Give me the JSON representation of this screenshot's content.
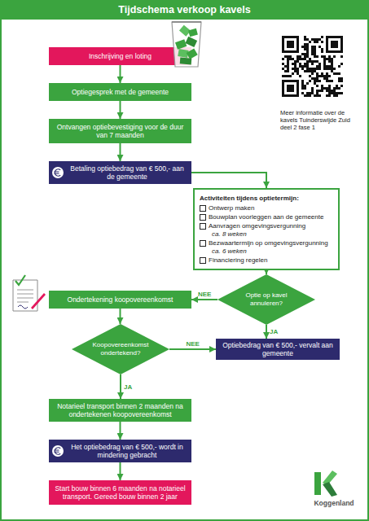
{
  "diagram": {
    "title": "Tijdschema verkoop kavels",
    "nodes": [
      {
        "text": [
          "Inschrijving en loting"
        ]
      },
      {
        "text": [
          "Optiegesprek met de gemeente"
        ]
      },
      {
        "text": [
          "Ontvangen optiebevestiging voor de duur van 7 maanden"
        ]
      },
      {
        "text": [
          "Betaling optiebedrag van € 500,- aan de gemeente"
        ]
      },
      {
        "text": [
          "Activiteiten tijdens optietermijn:",
          "Ontwerp maken",
          "Bouwplan voorleggen aan de gemeente",
          "Aanvragen omgevingsvergunning",
          "ca. 8 weken",
          "Bezwaartermijn op omgevingsvergunning",
          "ca. 6 weken",
          "Financiering regelen"
        ]
      },
      {
        "text": [
          "Optie op kavel annuleren?"
        ]
      },
      {
        "text": [
          "Ondertekening koopovereenkomst"
        ]
      },
      {
        "text": [
          "Koopovereenkomst ondertekend?"
        ]
      },
      {
        "text": [
          "Optiebedrag van € 500,- vervalt aan gemeente"
        ]
      },
      {
        "text": [
          "Notarieel transport binnen 2 maanden na ondertekenen koopovereenkomst"
        ]
      },
      {
        "text": [
          "Het optiebedrag van € 500,- wordt in mindering gebracht"
        ]
      },
      {
        "text": [
          "Start bouw binnen 6 maanden na notarieel transport. Gereed bouw binnen 2 jaar"
        ]
      }
    ],
    "edges": [
      {
        "from": 0,
        "to": 1,
        "arrow": "to"
      },
      {
        "from": 1,
        "to": 2,
        "arrow": "to"
      },
      {
        "from": 2,
        "to": 3,
        "arrow": "to"
      },
      {
        "from": 3,
        "to": 4,
        "arrow": "to"
      },
      {
        "from": 4,
        "to": 5,
        "arrow": "to"
      },
      {
        "from": 5,
        "to": 6,
        "label": "NEE",
        "arrow": "to"
      },
      {
        "from": 5,
        "to": 8,
        "label": "JA",
        "arrow": "to"
      },
      {
        "from": 6,
        "to": 7,
        "arrow": "to"
      },
      {
        "from": 7,
        "to": 8,
        "label": "NEE",
        "arrow": "to"
      },
      {
        "from": 7,
        "to": 9,
        "label": "JA",
        "arrow": "to"
      },
      {
        "from": 9,
        "to": 10,
        "arrow": "to"
      },
      {
        "from": 10,
        "to": 11,
        "arrow": "to"
      }
    ],
    "labels": [
      "Meer informatie over de kavels Tuinderswijde Zuid deel 2 fase 1",
      "Koggenland"
    ]
  }
}
